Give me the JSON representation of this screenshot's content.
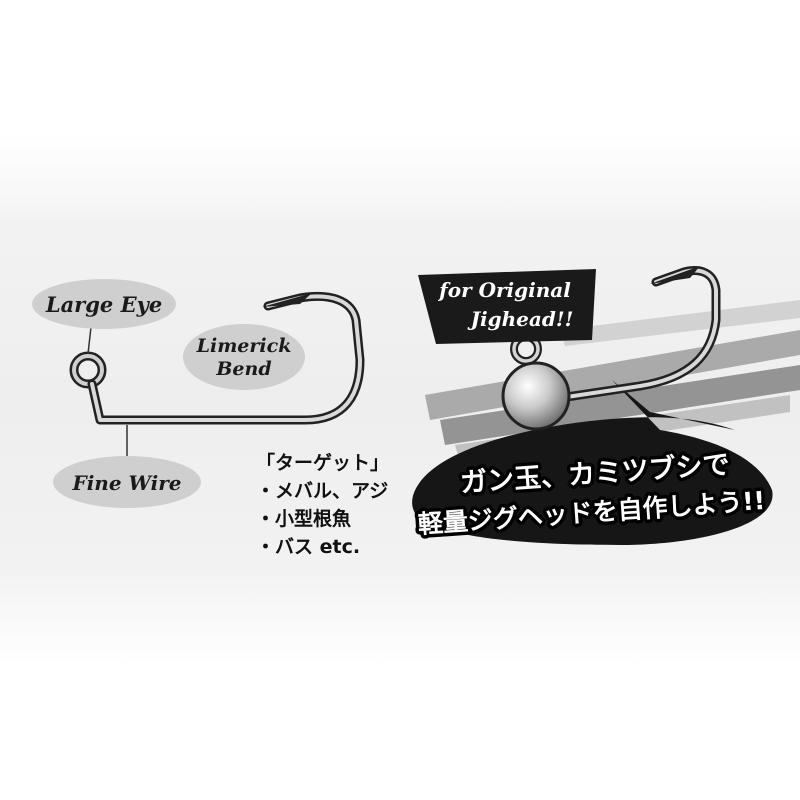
{
  "labels": {
    "large_eye": "Large Eye",
    "limerick_line1": "Limerick",
    "limerick_line2": "Bend",
    "fine_wire": "Fine Wire"
  },
  "targets": {
    "heading": "「ターゲット」",
    "items": [
      "・メバル、アジ",
      "・小型根魚",
      "・バス etc."
    ]
  },
  "tag": {
    "line1": "for Original",
    "line2": "Jighead!!"
  },
  "headline": {
    "line1": "ガン玉、カミツブシで",
    "line2": "軽量ジグヘッドを自作しよう!!"
  },
  "colors": {
    "background": "#eeeeee",
    "oval_fill": "#cfcfcf",
    "tag_fill": "#1a1a1a",
    "ink": "#111111"
  }
}
